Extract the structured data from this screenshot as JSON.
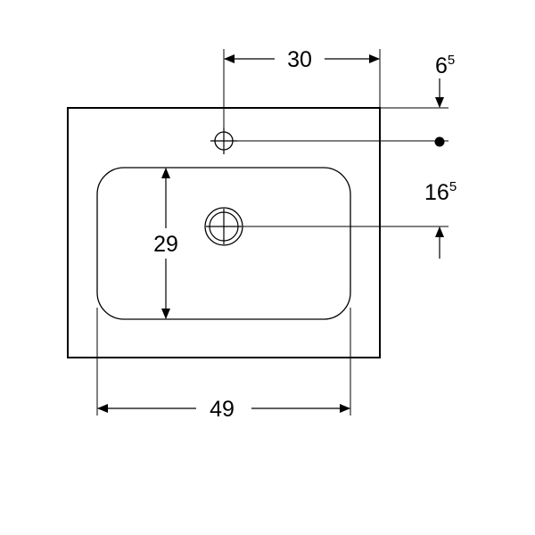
{
  "diagram": {
    "dimensions": {
      "tap_hole_offset": "30",
      "top_offset_main": "6",
      "top_offset_sup": "5",
      "drain_offset_main": "16",
      "drain_offset_sup": "5",
      "bowl_depth": "29",
      "bowl_width": "49"
    },
    "colors": {
      "line": "#000000",
      "background": "#ffffff"
    }
  }
}
